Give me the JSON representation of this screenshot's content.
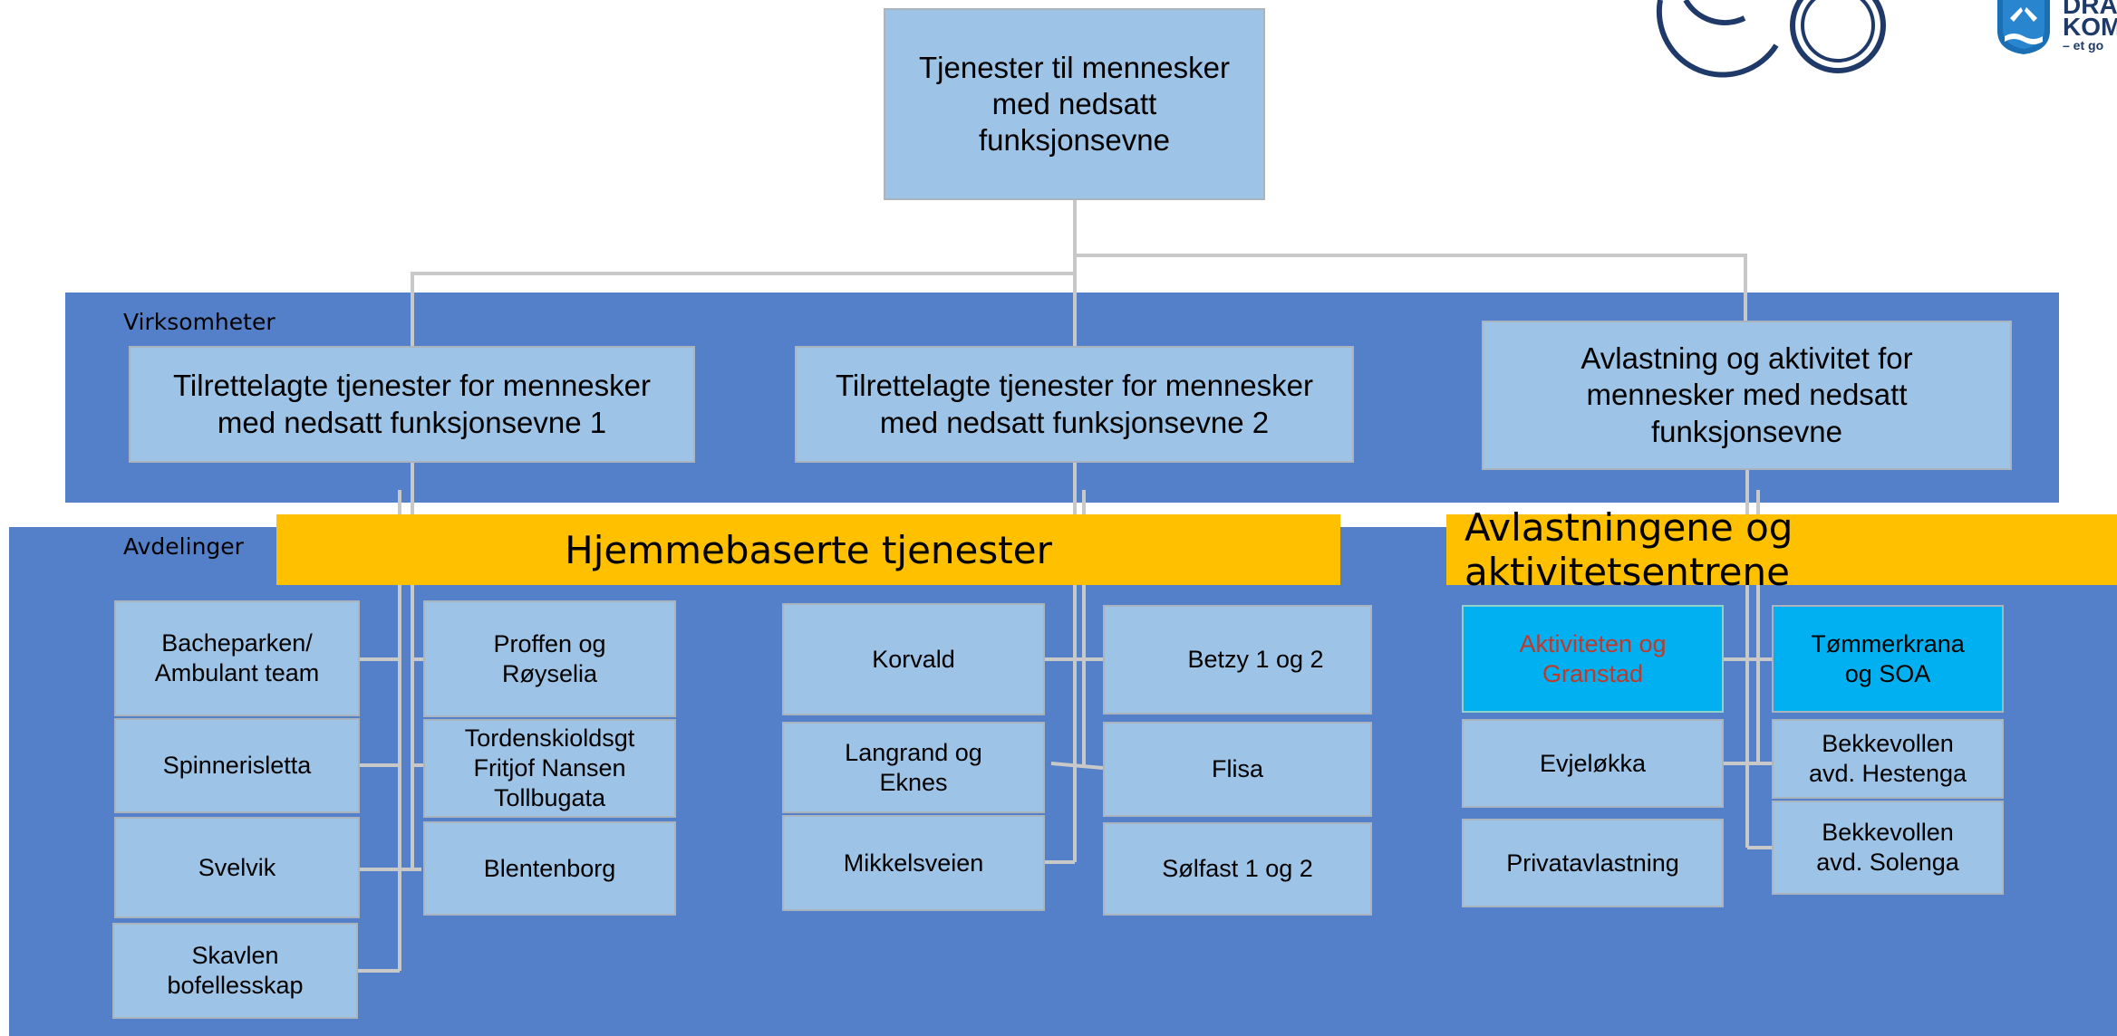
{
  "colors": {
    "band": "#5480c9",
    "box": "#9dc3e6",
    "box_border": "#aab4bf",
    "box_highlight": "#00b0f0",
    "highlight_text": "#c0392b",
    "category_bar": "#ffc000",
    "connector": "#c8c8c8",
    "logo_navy": "#1f3a68"
  },
  "root": {
    "label": "Tjenester til mennesker\nmed nedsatt\nfunksjonsevne"
  },
  "virksomheter": {
    "section_label": "Virksomheter",
    "units": [
      {
        "label": "Tilrettelagte tjenester for mennesker\nmed nedsatt funksjonsevne 1"
      },
      {
        "label": "Tilrettelagte tjenester for mennesker\nmed nedsatt funksjonsevne 2"
      },
      {
        "label": "Avlastning og aktivitet for\nmennesker med nedsatt\nfunksjonsevne"
      }
    ]
  },
  "avdelinger": {
    "section_label": "Avdelinger",
    "categories": [
      {
        "label": "Hjemmebaserte tjenester"
      },
      {
        "label": "Avlastningene og aktivitetsentrene"
      }
    ],
    "group1": {
      "left": [
        "Bacheparken/\nAmbulant team",
        "Spinnerisletta",
        "Svelvik",
        "Skavlen\nbofellesskap"
      ],
      "right": [
        "Proffen og\nRøyselia",
        "Tordenskioldsgt\nFritjof Nansen\nTollbugata",
        "Blentenborg"
      ]
    },
    "group2": {
      "left": [
        "Korvald",
        "Langrand og\nEknes",
        "Mikkelsveien"
      ],
      "right": [
        "Betzy 1 og 2",
        "Flisa",
        "Sølfast 1 og 2"
      ]
    },
    "group3": {
      "left": [
        "Aktiviteten og\nGranstad",
        "Evjeløkka",
        "Privatavlastning"
      ],
      "right": [
        "Tømmerkrana\nog SOA",
        "Bekkevollen\navd. Hestenga",
        "Bekkevollen\navd. Solenga"
      ]
    }
  },
  "logo": {
    "text_line1": "DRA",
    "text_line2": "KOM",
    "tagline": "– et go"
  }
}
